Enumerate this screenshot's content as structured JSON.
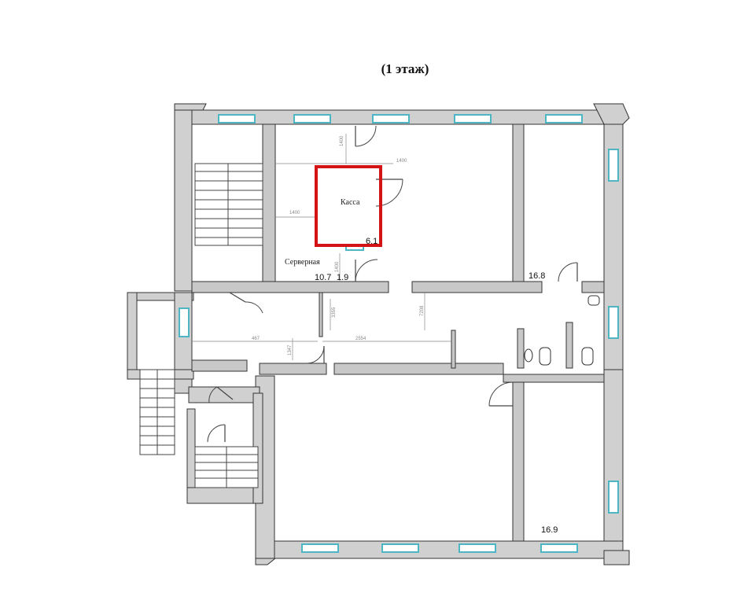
{
  "title": "(1 этаж)",
  "rooms": [
    {
      "id": "kassa",
      "name": "Касса",
      "area": "6.1",
      "highlight_color": "#d41414"
    },
    {
      "id": "server",
      "name": "Серверная",
      "area": "10.7"
    },
    {
      "id": "small",
      "area": "1.9"
    },
    {
      "id": "office-ne",
      "area": "16.8"
    },
    {
      "id": "office-se",
      "area": "16.9"
    }
  ],
  "dimensions": [
    "1400",
    "1400",
    "1400",
    "1400",
    "3355",
    "7208",
    "467",
    "2554",
    "1347"
  ],
  "colors": {
    "wall": "#d0d0d0",
    "window": "#4cb6c4",
    "highlight": "#d41414"
  }
}
